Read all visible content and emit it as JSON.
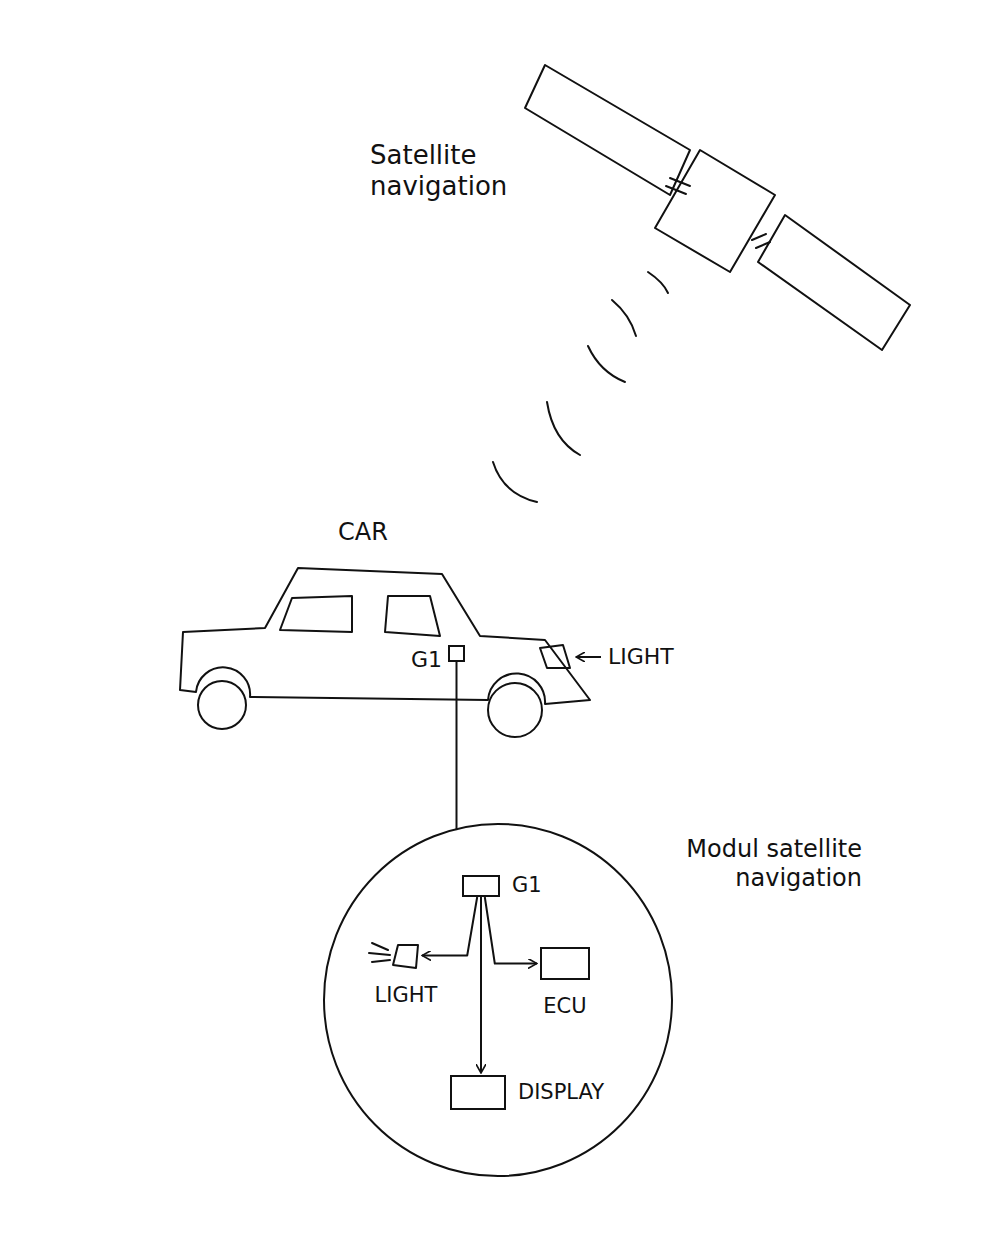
{
  "diagram": {
    "nodes": [
      {
        "text": [
          "Satellite navigation"
        ]
      },
      {
        "text": [
          "CAR"
        ]
      },
      {
        "text": [
          "G1"
        ],
        "in": 1
      },
      {
        "text": [
          "LIGHT"
        ],
        "in": 1
      },
      {
        "text": [
          "Modul satellite navigation"
        ]
      },
      {
        "text": [
          "G1"
        ],
        "in": 4
      },
      {
        "text": [
          "LIGHT"
        ],
        "in": 4
      },
      {
        "text": [
          "ECU"
        ],
        "in": 4
      },
      {
        "text": [
          "DISPLAY"
        ],
        "in": 4
      }
    ],
    "edges": [
      {
        "from": 2,
        "to": 4,
        "arrow": "none"
      },
      {
        "from": 5,
        "to": 6,
        "arrow": "to"
      },
      {
        "from": 5,
        "to": 7,
        "arrow": "to"
      },
      {
        "from": 5,
        "to": 8,
        "arrow": "to"
      }
    ]
  }
}
